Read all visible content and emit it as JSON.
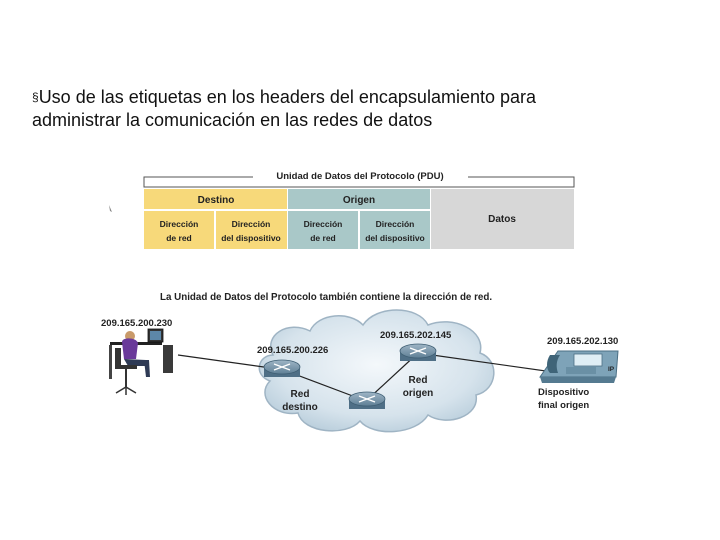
{
  "slide": {
    "bullet_marker": "§",
    "line1": "Uso de las etiquetas en los headers del encapsulamiento para",
    "line2": "administrar la comunicación en las redes de datos"
  },
  "pdu": {
    "title": "Unidad de Datos del Protocolo (PDU)",
    "destino": "Destino",
    "origen": "Origen",
    "datos": "Datos",
    "dest_red_1": "Dirección",
    "dest_red_2": "de red",
    "dest_disp_1": "Dirección",
    "dest_disp_2": "del dispositivo",
    "orig_red_1": "Dirección",
    "orig_red_2": "de red",
    "orig_disp_1": "Dirección",
    "orig_disp_2": "del dispositivo",
    "colors": {
      "destino": "#f7d97a",
      "origen": "#a9c8c8",
      "datos": "#d7d7d7"
    }
  },
  "network": {
    "caption": "La Unidad de Datos del Protocolo también contiene la dirección de red.",
    "pc_ip": "209.165.200.230",
    "router_dest_ip": "209.165.200.226",
    "router_orig_ip": "209.165.202.145",
    "phone_ip": "209.165.202.130",
    "red_destino_1": "Red",
    "red_destino_2": "destino",
    "red_origen_1": "Red",
    "red_origen_2": "origen",
    "dispositivo_1": "Dispositivo",
    "dispositivo_2": "final origen",
    "phone_badge": "IP"
  }
}
